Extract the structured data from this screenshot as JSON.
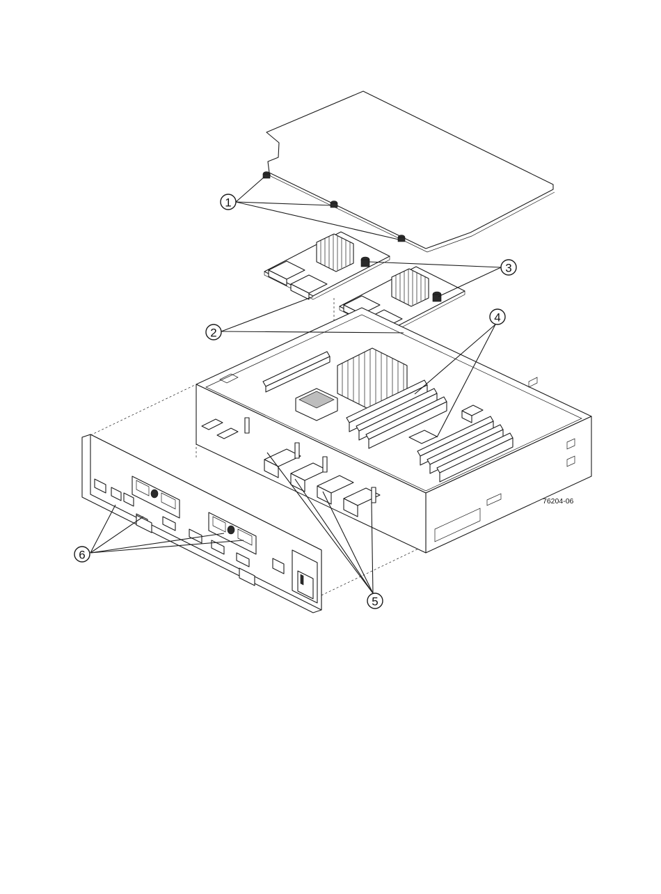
{
  "figure_id": "76204-06",
  "callouts": [
    {
      "number": "1"
    },
    {
      "number": "2"
    },
    {
      "number": "3"
    },
    {
      "number": "4"
    },
    {
      "number": "5"
    },
    {
      "number": "6"
    }
  ],
  "colors": {
    "line": "#1a1a1a",
    "background": "#ffffff"
  }
}
